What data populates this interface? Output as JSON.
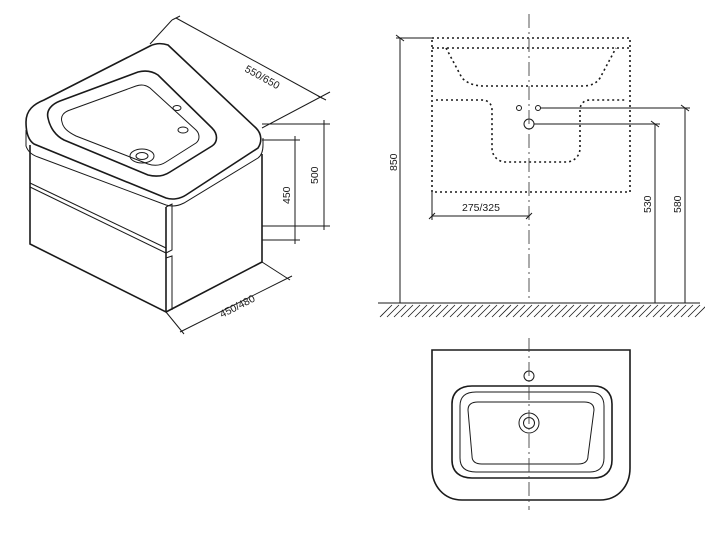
{
  "dimensions": {
    "width_range": "550/650",
    "height_total": "500",
    "height_cabinet": "450",
    "depth_range": "450/480",
    "mount_height": "850",
    "waste_offset": "275/325",
    "waste_height_1": "530",
    "waste_height_2": "580"
  }
}
